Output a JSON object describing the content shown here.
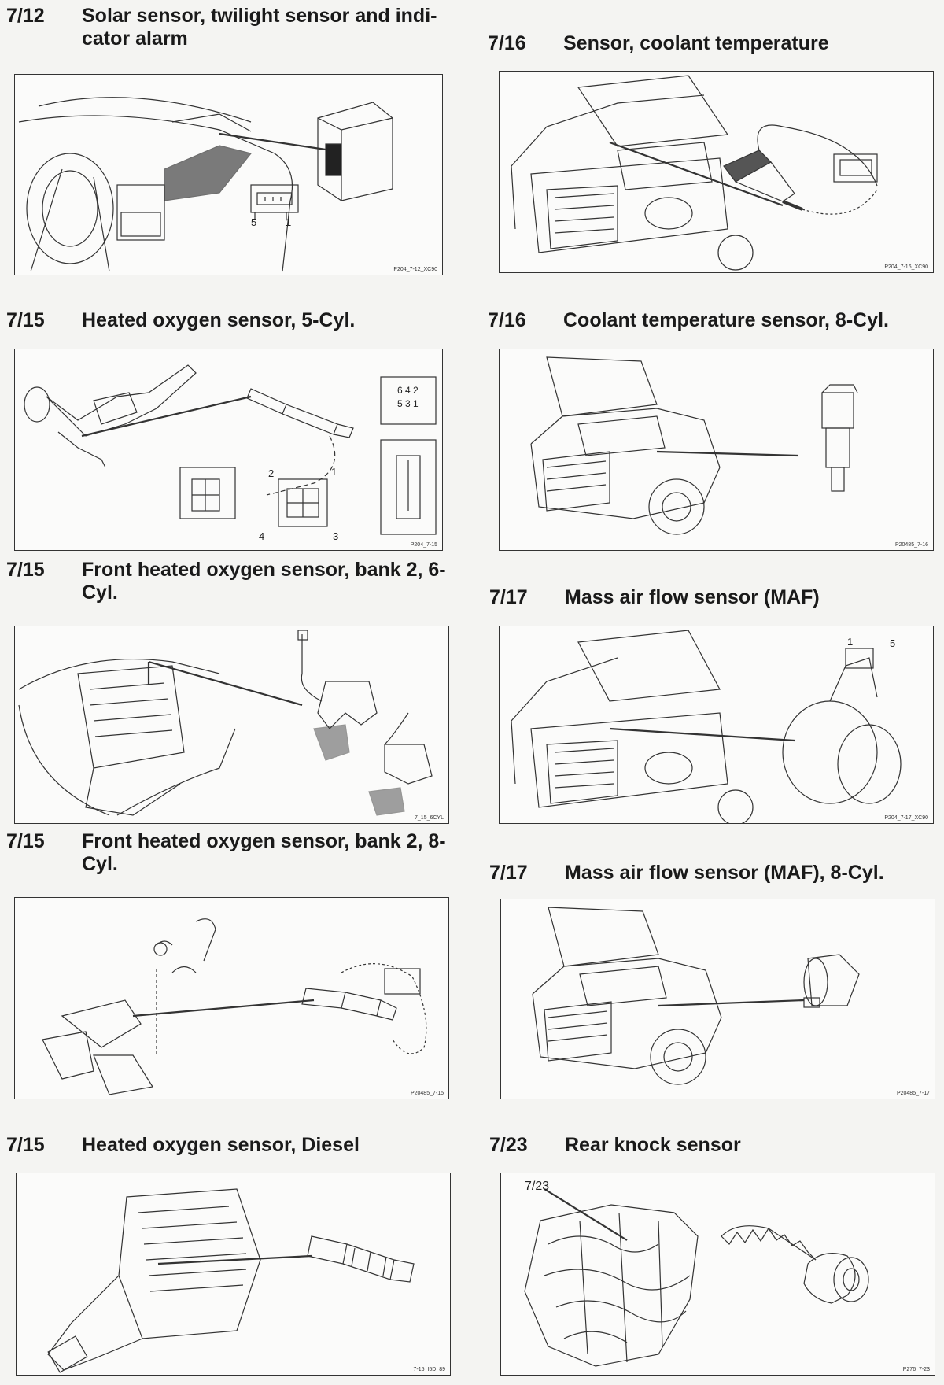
{
  "entries": [
    {
      "code": "7/12",
      "title": "Solar sensor, twilight sensor and indi-cator alarm",
      "figure_ref": "P204_7-12_XC90",
      "pins": [
        "5",
        "1"
      ]
    },
    {
      "code": "7/16",
      "title": "Sensor, coolant temperature",
      "figure_ref": "P204_7-16_XC90"
    },
    {
      "code": "7/15",
      "title": "Heated oxygen sensor, 5-Cyl.",
      "figure_ref": "P204_7-15",
      "pins": [
        "2",
        "1",
        "4",
        "3"
      ],
      "connector_pins": [
        "6 4 2",
        "5 3 1"
      ]
    },
    {
      "code": "7/16",
      "title": "Coolant temperature sensor, 8-Cyl.",
      "figure_ref": "P20485_7-16"
    },
    {
      "code": "7/15",
      "title": "Front heated oxygen sensor, bank 2, 6-Cyl.",
      "figure_ref": "7_15_6CYL"
    },
    {
      "code": "7/17",
      "title": "Mass air flow sensor (MAF)",
      "figure_ref": "P204_7-17_XC90",
      "pins": [
        "1",
        "5"
      ]
    },
    {
      "code": "7/15",
      "title": "Front heated oxygen sensor, bank 2, 8-Cyl.",
      "figure_ref": "P20485_7-15"
    },
    {
      "code": "7/17",
      "title": "Mass air flow sensor (MAF), 8-Cyl.",
      "figure_ref": "P20485_7-17"
    },
    {
      "code": "7/15",
      "title": "Heated oxygen sensor, Diesel",
      "figure_ref": "7-15_I5D_89"
    },
    {
      "code": "7/23",
      "title": "Rear knock sensor",
      "figure_ref": "P276_7-23",
      "callout": "7/23"
    }
  ]
}
